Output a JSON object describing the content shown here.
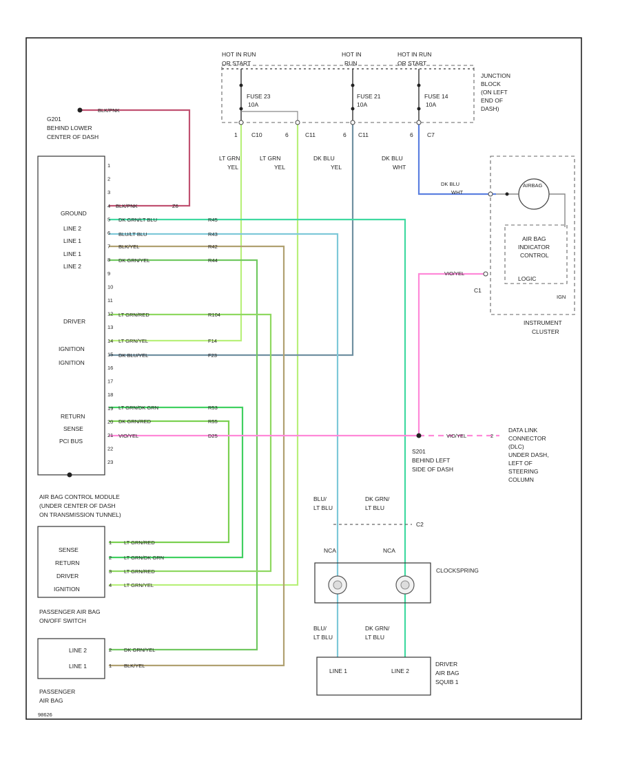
{
  "colors": {
    "lt_grn_yel": "#b8f07a",
    "dk_grn_lt_blu": "#3fd9a0",
    "blu_lt_blu": "#7dc8d8",
    "dk_blu_yel": "#6f8fa0",
    "blk_pnk": "#c05070",
    "blk_yel": "#b0a070",
    "dk_grn_yel": "#70c860",
    "lt_grn_red": "#8ed860",
    "lt_grn_dk_grn": "#40d060",
    "dk_grn_red": "#7ad050",
    "vio_yel": "#ff88d8",
    "dk_blu_wht": "#5b7fe0"
  },
  "fuse_block": {
    "label_lines": [
      "JUNCTION",
      "BLOCK",
      "(ON LEFT",
      "END OF",
      "DASH)"
    ],
    "hot_labels": [
      "HOT IN RUN",
      "HOT IN",
      "HOT IN RUN"
    ],
    "hot_sub": [
      "OR START",
      "RUN",
      "OR START"
    ],
    "fuses": [
      "FUSE 23",
      "FUSE 21",
      "FUSE 14"
    ],
    "amps": [
      "10A",
      "10A",
      "10A"
    ],
    "cavities": [
      "1",
      "C10",
      "6",
      "C11",
      "6",
      "C11",
      "6",
      "C7"
    ]
  },
  "wire_colors_top": [
    "LT GRN",
    "YEL",
    "LT GRN",
    "YEL",
    "DK BLU",
    "YEL",
    "DK BLU",
    "WHT"
  ],
  "ground": {
    "id": "G201",
    "lines": [
      "BEHIND LOWER",
      "CENTER OF DASH"
    ],
    "wire": "BLK/PNK"
  },
  "module": {
    "pins": [
      "1",
      "2",
      "3",
      "4",
      "5",
      "6",
      "7",
      "8",
      "9",
      "10",
      "11",
      "12",
      "13",
      "14",
      "15",
      "16",
      "17",
      "18",
      "19",
      "20",
      "21",
      "22",
      "23"
    ],
    "labels": [
      "GROUND",
      "LINE 2",
      "LINE 1",
      "LINE 1",
      "LINE 2",
      "DRIVER",
      "IGNITION",
      "IGNITION",
      "RETURN",
      "SENSE",
      "PCI BUS"
    ],
    "caption": [
      "AIR BAG CONTROL MODULE",
      "(UNDER CENTER OF DASH",
      "ON TRANSMISSION TUNNEL)"
    ],
    "pin_wires": [
      "BLK/PNK",
      "DK GRN/LT BLU",
      "BLU/LT BLU",
      "BLK/YEL",
      "DK GRN/YEL",
      "LT GRN/RED",
      "LT GRN/YEL",
      "DK BLU/YEL",
      "LT GRN/DK GRN",
      "DK GRN/RED",
      "VIO/YEL"
    ],
    "circuits": [
      "Z6",
      "R45",
      "R43",
      "R42",
      "R44",
      "R104",
      "F14",
      "F23",
      "R53",
      "R55",
      "D25"
    ]
  },
  "instrument_cluster": {
    "lamp": "AIRBAG",
    "control_lines": [
      "AIR BAG",
      "INDICATOR",
      "CONTROL"
    ],
    "logic": "LOGIC",
    "connector": "C1",
    "sub": "IGN",
    "caption": [
      "INSTRUMENT",
      "CLUSTER"
    ],
    "wire_in": [
      "DK BLU",
      "WHT"
    ],
    "wire_out": "VIO/YEL"
  },
  "splice": {
    "id": "S201",
    "lines": [
      "BEHIND LEFT",
      "SIDE OF DASH"
    ]
  },
  "dlc": {
    "wire": "VIO/YEL",
    "pin": "2",
    "lines": [
      "DATA LINK",
      "CONNECTOR",
      "(DLC)",
      "UNDER DASH,",
      "LEFT OF",
      "STEERING",
      "COLUMN"
    ]
  },
  "clockspring": {
    "label": "CLOCKSPRING",
    "wires_above": [
      "BLU/",
      "LT BLU",
      "DK GRN/",
      "LT BLU"
    ],
    "nca": [
      "NCA",
      "NCA"
    ],
    "connector": "C2",
    "wires_below": [
      "BLU/",
      "LT BLU",
      "DK GRN/",
      "LT BLU"
    ]
  },
  "driver_squib": {
    "lines": [
      "LINE 1",
      "LINE 2"
    ],
    "caption": [
      "DRIVER",
      "AIR BAG",
      "SQUIB 1"
    ]
  },
  "switch": {
    "labels": [
      "SENSE",
      "RETURN",
      "DRIVER",
      "IGNITION"
    ],
    "wires": [
      "LT GRN/RED",
      "LT GRN/DK GRN",
      "LT GRN/RED",
      "LT GRN/YEL"
    ],
    "pins": [
      "1",
      "2",
      "3",
      "4"
    ],
    "caption": [
      "PASSENGER AIR BAG",
      "ON/OFF SWITCH"
    ]
  },
  "passenger_bag": {
    "labels": [
      "LINE 2",
      "LINE 1"
    ],
    "wires": [
      "DK GRN/YEL",
      "BLK/YEL"
    ],
    "pins": [
      "2",
      "1"
    ],
    "caption": [
      "PASSENGER",
      "AIR BAG"
    ]
  },
  "footer_code": "98626"
}
